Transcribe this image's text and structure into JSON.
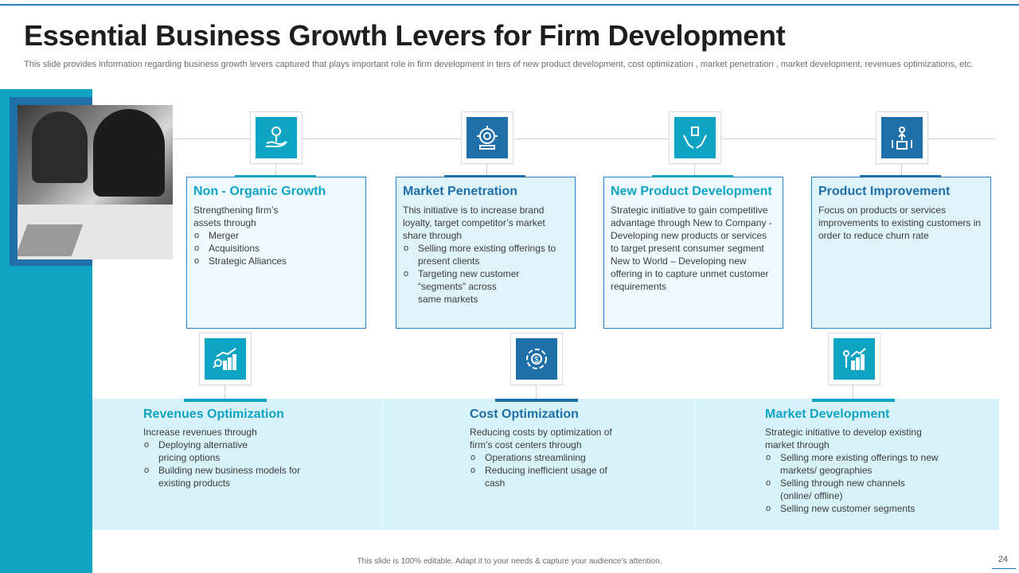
{
  "slide": {
    "title": "Essential Business Growth Levers for Firm Development",
    "subtitle": "This slide provides information regarding business growth levers captured that plays important role in firm development in ters of new product development, cost optimization , market penetration , market development, revenues optimizations, etc.",
    "footer": "This slide is 100% editable. Adapt it to your needs & capture your audience’s attention.",
    "page_number": "24"
  },
  "colors": {
    "teal": "#0fa4c4",
    "blue": "#1f6fa8",
    "band": "#d7f3f9"
  },
  "top_cards": [
    {
      "title": "Non - Organic Growth",
      "icon": "plant-in-hand-icon",
      "text": "Strengthening firm’s assets through",
      "bullets": [
        "Merger",
        "Acquisitions",
        "Strategic Alliances"
      ]
    },
    {
      "title": "Market Penetration",
      "icon": "target-market-icon",
      "text": "This initiative is to increase brand loyalty, target competitor’s market share through",
      "bullets": [
        "Selling more existing offerings to present  clients",
        "Targeting  new customer “segments” across same markets"
      ]
    },
    {
      "title": "New Product Development",
      "icon": "product-in-hands-icon",
      "text": "Strategic initiative  to gain competitive advantage  through New to Company - Developing  new products or services to target present consumer segment New to World – Developing  new offering  in to capture unmet customer requirements",
      "bullets": []
    },
    {
      "title": "Product Improvement",
      "icon": "product-upgrade-icon",
      "text": "Focus on products or services improvements  to existing customers in order to reduce churn rate",
      "bullets": []
    }
  ],
  "bottom_sections": [
    {
      "title": "Revenues Optimization",
      "icon": "growth-chart-icon",
      "text": "Increase revenues  through",
      "bullets": [
        "Deploying  alternative pricing options",
        "Building new business models for existing products"
      ]
    },
    {
      "title": "Cost Optimization",
      "icon": "dollar-cycle-icon",
      "text": "Reducing  costs by optimization of firm’s cost centers through",
      "bullets": [
        "Operations streamlining",
        "Reducing  inefficient usage of cash"
      ]
    },
    {
      "title": "Market Development",
      "icon": "market-growth-icon",
      "text": "Strategic initiative  to develop  existing market through",
      "bullets": [
        "Selling more existing offerings  to new markets/ geographies",
        "Selling through  new channels (online/ offline)",
        "Selling new customer segments"
      ]
    }
  ]
}
